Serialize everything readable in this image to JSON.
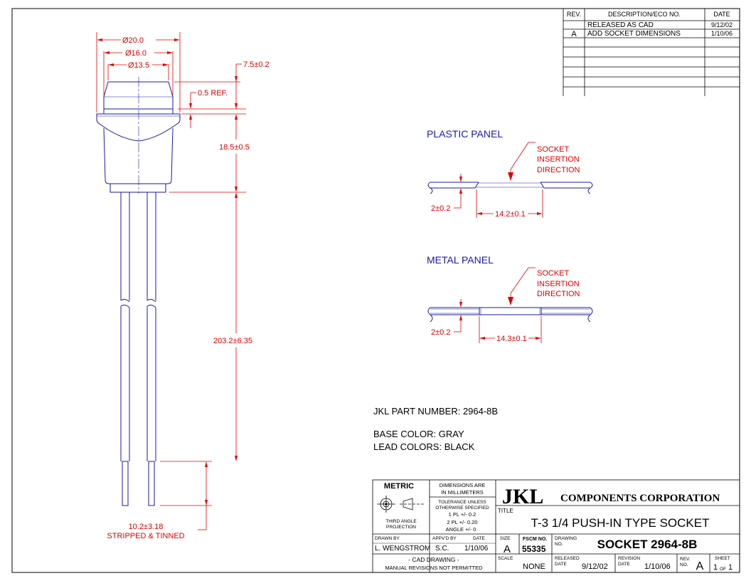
{
  "revision_table": {
    "headers": [
      "REV.",
      "DESCRIPTION/ECO NO.",
      "DATE"
    ],
    "rows": [
      {
        "rev": "",
        "desc": "RELEASED AS CAD",
        "date": "9/12/02"
      },
      {
        "rev": "A",
        "desc": "ADD SOCKET DIMENSIONS",
        "date": "1/10/06"
      }
    ]
  },
  "socket_dims": {
    "d1": "Ø20.0",
    "d2": "Ø16.0",
    "d3": "Ø13.5",
    "h1": "7.5±0.2",
    "h2": "0.5 REF.",
    "h3": "18.5±0.5",
    "h4": "203.2±6.35",
    "strip1": "10.2±3.18",
    "strip2": "STRIPPED & TINNED"
  },
  "plastic_panel": {
    "title": "PLASTIC  PANEL",
    "note1": "SOCKET",
    "note2": "INSERTION",
    "note3": "DIRECTION",
    "thickness": "2±0.2",
    "hole": "14.2±0.1"
  },
  "metal_panel": {
    "title": "METAL PANEL",
    "note1": "SOCKET",
    "note2": "INSERTION",
    "note3": "DIRECTION",
    "thickness": "2±0.2",
    "hole": "14.3±0.1"
  },
  "notes": {
    "part_number": "JKL PART NUMBER:  2964-8B",
    "base_color": "BASE COLOR:  GRAY",
    "lead_colors": "LEAD COLORS:  BLACK"
  },
  "title_block": {
    "metric": "METRIC",
    "dims_line1": "DIMENSIONS ARE",
    "dims_line2": "IN MILLIMETERS",
    "tol1": "TOLERANCE UNLESS",
    "tol2": "OTHERWISE SPECIFIED",
    "tol3": "1 PL +/-  0.2",
    "tol4": "2 PL +/-  0.20",
    "tol5": "ANGLE +/-  0",
    "proj1": "THIRD ANGLE",
    "proj2": "PROJECTION",
    "logo": "JKL",
    "company": "COMPONENTS  CORPORATION",
    "title_label": "TITLE",
    "title": "T-3 1/4 PUSH-IN TYPE SOCKET",
    "drawn_by_label": "DRAWN BY",
    "drawn_by": "L. WENGSTROM",
    "appvd_label": "APPV'D BY",
    "appvd": "S.C.",
    "date_label": "DATE",
    "date": "1/10/06",
    "size_label": "SIZE",
    "size": "A",
    "fscm_label": "FSCM NO.",
    "fscm": "55335",
    "drawing_label1": "DRAWING",
    "drawing_label2": "NO.",
    "drawing_no": "SOCKET 2964-8B",
    "cad1": "- CAD DRAWING -",
    "cad2": "MANUAL REVISIONS NOT PERMITTED",
    "scale_label": "SCALE",
    "scale": "NONE",
    "released_label1": "RELEASED",
    "released_label2": "DATE",
    "released": "9/12/02",
    "revision_label1": "REVISION",
    "revision_label2": "DATE",
    "revision": "1/10/06",
    "rev_label1": "REV.",
    "rev_label2": "NO.",
    "rev": "A",
    "sheet_label": "SHEET",
    "sheet_num": "1",
    "sheet_of": "OF",
    "sheet_total": "1"
  }
}
